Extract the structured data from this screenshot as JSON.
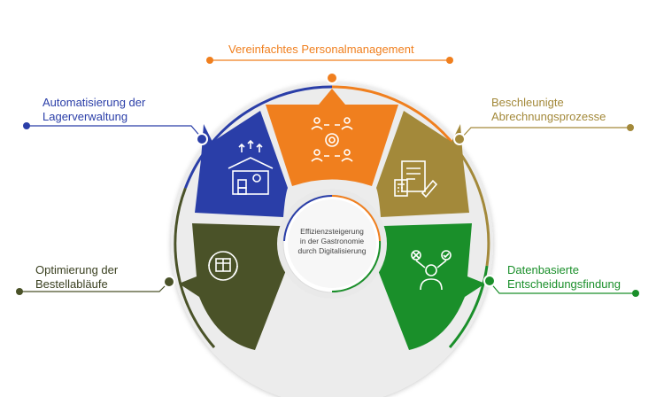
{
  "center": {
    "label": "Effizienzsteigerung\nin der Gastronomie\ndurch Digitalisierung"
  },
  "segments": [
    {
      "id": "personal",
      "label": "Vereinfachtes Personalmanagement",
      "color": "#f07f1e",
      "icon": "team-process-icon"
    },
    {
      "id": "abrechnung",
      "label": "Beschleunigte\nAbrechnungsprozesse",
      "color": "#a3893a",
      "icon": "invoice-calculator-icon"
    },
    {
      "id": "daten",
      "label": "Datenbasierte\nEntscheidungsfindung",
      "color": "#1a8f2a",
      "icon": "decision-person-icon"
    },
    {
      "id": "bestell",
      "label": "Optimierung der\nBestellabläufe",
      "color": "#4a5228",
      "icon": "order-cycle-icon"
    },
    {
      "id": "lager",
      "label": "Automatisierung der\nLagerverwaltung",
      "color": "#2a3ea8",
      "icon": "warehouse-icon"
    }
  ],
  "colors": {
    "ring_light": "#e6e6e6",
    "ring_inner": "#f4f4f4",
    "connector": "#444444"
  }
}
